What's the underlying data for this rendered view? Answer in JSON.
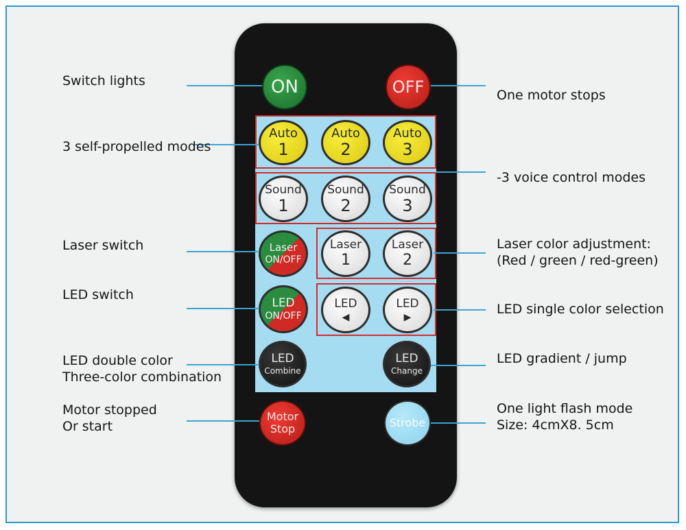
{
  "buttons": {
    "on": "ON",
    "off": "OFF",
    "auto1": {
      "l1": "Auto",
      "l2": "1"
    },
    "auto2": {
      "l1": "Auto",
      "l2": "2"
    },
    "auto3": {
      "l1": "Auto",
      "l2": "3"
    },
    "sound1": {
      "l1": "Sound",
      "l2": "1"
    },
    "sound2": {
      "l1": "Sound",
      "l2": "2"
    },
    "sound3": {
      "l1": "Sound",
      "l2": "3"
    },
    "laser_onoff": {
      "l1": "Laser",
      "l2": "ON/OFF"
    },
    "laser1": {
      "l1": "Laser",
      "l2": "1"
    },
    "laser2": {
      "l1": "Laser",
      "l2": "2"
    },
    "led_onoff": {
      "l1": "LED",
      "l2": "ON/OFF"
    },
    "led_left": {
      "l1": "LED",
      "l2": "◀"
    },
    "led_right": {
      "l1": "LED",
      "l2": "▶"
    },
    "led_combine": {
      "l1": "LED",
      "l2": "Combine"
    },
    "led_change": {
      "l1": "LED",
      "l2": "Change"
    },
    "motor_stop": {
      "l1": "Motor",
      "l2": "Stop"
    },
    "strobe": "Strobe"
  },
  "labels": {
    "switch_lights": "Switch lights",
    "self_propelled": "3 self-propelled modes",
    "laser_switch": "Laser switch",
    "led_switch": "LED switch",
    "led_double_1": "LED double color",
    "led_double_2": "Three-color combination",
    "motor_1": "Motor stopped",
    "motor_2": "Or start",
    "one_motor_stops": "One motor stops",
    "voice_modes": "-3 voice control modes",
    "laser_color_1": "Laser color adjustment:",
    "laser_color_2": "(Red / green / red-green)",
    "led_single": "LED single color selection",
    "led_gradient": "LED gradient / jump",
    "flash_1": "One light flash mode",
    "flash_2": "Size: 4cmX8. 5cm"
  },
  "colors": {
    "border": "#2a9bd0",
    "leader_line": "#3aa4d6",
    "remote_body": "#141414",
    "panel": "#a6dcf2",
    "highlight_box": "#d42a2a"
  }
}
